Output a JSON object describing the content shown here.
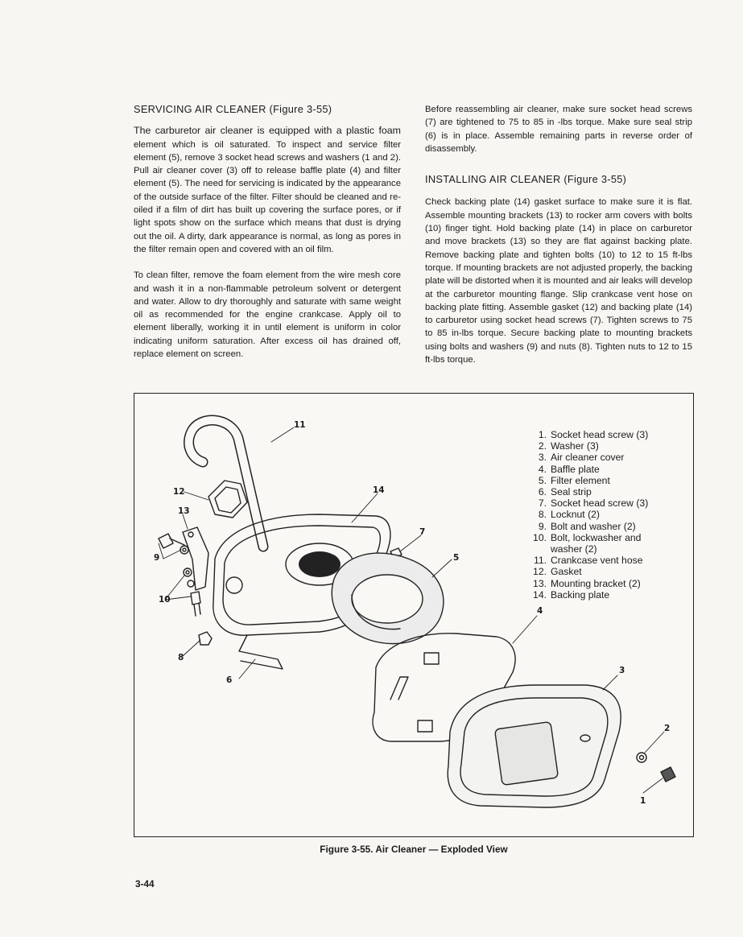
{
  "left_column": {
    "heading": "SERVICING AIR CLEANER (Figure 3-55)",
    "para1_first": "The carburetor air cleaner is equipped with a plastic foam",
    "para1_rest": "element which is oil saturated. To inspect and service filter element (5), remove 3 socket head screws and washers (1 and 2). Pull air cleaner cover (3) off to release baffle plate (4) and filter element (5). The need for servicing is indicated by the appearance of the outside surface of the filter. Filter should be cleaned and re-oiled if a film of dirt has built up covering the surface pores, or if light spots show on the surface which means that dust is drying out the oil. A dirty, dark appearance is normal, as long as pores in the filter remain open and covered with an oil film.",
    "para2": "To clean filter, remove the foam element from the wire mesh core and wash it in a non-flammable petroleum solvent or detergent and water. Allow to dry thoroughly and saturate with same weight oil as recommended for the engine crankcase. Apply oil to element liberally, working it in until element is uniform in color indicating uniform saturation. After excess oil has drained off, replace element on screen."
  },
  "right_column": {
    "para1": "Before reassembling air cleaner, make sure socket head screws (7) are tightened to 75 to 85 in -lbs torque. Make sure seal strip (6) is in place. Assemble remaining parts in reverse order of disassembly.",
    "heading": "INSTALLING AIR CLEANER (Figure 3-55)",
    "para2": "Check backing plate (14) gasket surface to make sure it is flat. Assemble mounting brackets (13) to rocker arm covers with bolts (10) finger tight. Hold backing plate (14) in place on carburetor and move brackets (13) so they are flat against backing plate. Remove backing plate and tighten bolts (10) to 12 to 15 ft-lbs torque. If mounting brackets are not adjusted properly, the backing plate will be distorted when it is mounted and air leaks will develop at the carburetor mounting flange. Slip crankcase vent hose on backing plate fitting. Assemble gasket (12) and backing plate (14) to carburetor using socket head screws (7). Tighten screws to 75 to 85 in-lbs torque. Secure backing plate to mounting brackets using bolts and washers (9) and nuts (8). Tighten nuts to 12 to 15 ft-lbs torque."
  },
  "legend": [
    {
      "num": "1.",
      "text": "Socket head screw (3)"
    },
    {
      "num": "2.",
      "text": "Washer (3)"
    },
    {
      "num": "3.",
      "text": "Air cleaner cover"
    },
    {
      "num": "4.",
      "text": "Baffle plate"
    },
    {
      "num": "5.",
      "text": "Filter element"
    },
    {
      "num": "6.",
      "text": "Seal strip"
    },
    {
      "num": "7.",
      "text": "Socket head screw (3)"
    },
    {
      "num": "8.",
      "text": "Locknut (2)"
    },
    {
      "num": "9.",
      "text": "Bolt and washer (2)"
    },
    {
      "num": "10.",
      "text": "Bolt, lockwasher and"
    },
    {
      "num": "",
      "text": "washer (2)"
    },
    {
      "num": "11.",
      "text": "Crankcase vent hose"
    },
    {
      "num": "12.",
      "text": "Gasket"
    },
    {
      "num": "13.",
      "text": "Mounting bracket (2)"
    },
    {
      "num": "14.",
      "text": "Backing plate"
    }
  ],
  "callouts": {
    "c1": "1",
    "c2": "2",
    "c3": "3",
    "c4": "4",
    "c5": "5",
    "c6": "6",
    "c7": "7",
    "c8": "8",
    "c9": "9",
    "c10": "10",
    "c11": "11",
    "c12": "12",
    "c13": "13",
    "c14": "14"
  },
  "caption": "Figure 3-55. Air Cleaner — Exploded View",
  "page_number": "3-44"
}
